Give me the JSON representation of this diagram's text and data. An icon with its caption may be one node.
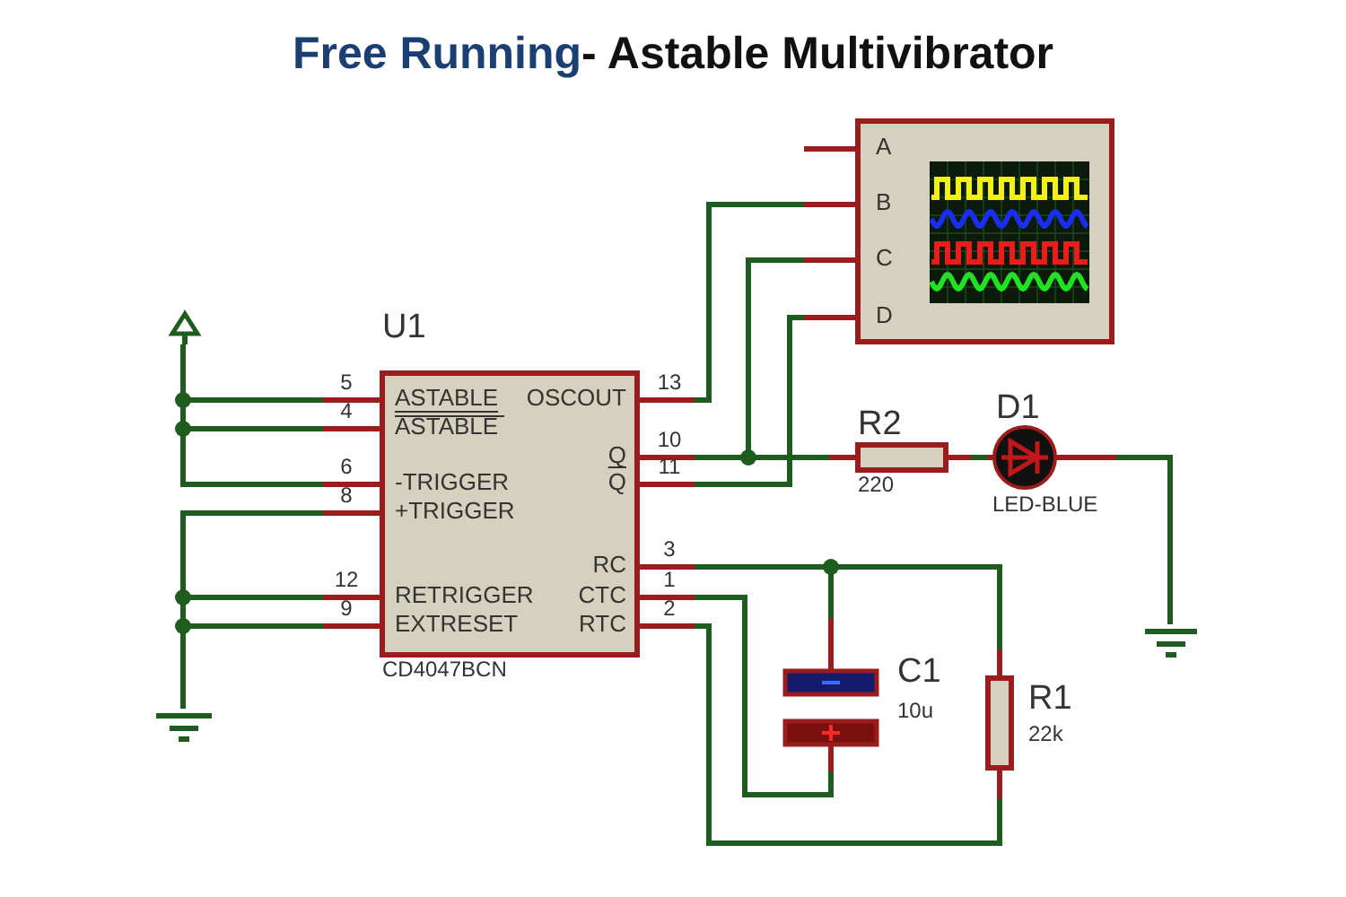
{
  "diagram": {
    "title": "Free Running- Astable Multivibrator",
    "nodes": [
      {
        "text": [],
        "shape": "terminal"
      },
      {
        "text": [],
        "shape": "ground"
      },
      {
        "text": [
          "U1",
          "ASTABLE",
          "ASTABLE",
          "-TRIGGER",
          "+TRIGGER",
          "RETRIGGER",
          "EXTRESET",
          "OSCOUT",
          "Q",
          "Q",
          "RC",
          "CTC",
          "RTC",
          "CD4047BCN"
        ]
      },
      {
        "text": [
          "A",
          "B",
          "C",
          "D"
        ]
      },
      {
        "text": [
          "R2",
          "220"
        ]
      },
      {
        "text": [
          "D1",
          "LED-BLUE"
        ]
      },
      {
        "text": [],
        "shape": "ground"
      },
      {
        "text": [
          "C1",
          "10u"
        ]
      },
      {
        "text": [
          "R1",
          "22k"
        ]
      }
    ],
    "edges": [
      {
        "from": 0,
        "to": 2,
        "arrow": "none"
      },
      {
        "from": 0,
        "to": 2,
        "arrow": "none"
      },
      {
        "from": 0,
        "to": 2,
        "arrow": "none"
      },
      {
        "from": 2,
        "to": 1,
        "arrow": "none"
      },
      {
        "from": 2,
        "to": 1,
        "arrow": "none"
      },
      {
        "from": 2,
        "to": 1,
        "arrow": "none"
      },
      {
        "from": 2,
        "to": 3,
        "arrow": "none"
      },
      {
        "from": 2,
        "to": 3,
        "arrow": "none"
      },
      {
        "from": 2,
        "to": 4,
        "arrow": "none"
      },
      {
        "from": 2,
        "to": 3,
        "arrow": "none"
      },
      {
        "from": 4,
        "to": 5,
        "arrow": "none"
      },
      {
        "from": 5,
        "to": 6,
        "arrow": "none"
      },
      {
        "from": 2,
        "to": 7,
        "arrow": "none"
      },
      {
        "from": 2,
        "to": 8,
        "arrow": "none"
      },
      {
        "from": 2,
        "to": 7,
        "arrow": "none"
      },
      {
        "from": 2,
        "to": 8,
        "arrow": "none"
      }
    ],
    "labels": [
      "5",
      "13",
      "4",
      "10",
      "6",
      "11",
      "8",
      "3",
      "12",
      "1",
      "9",
      "2"
    ]
  }
}
